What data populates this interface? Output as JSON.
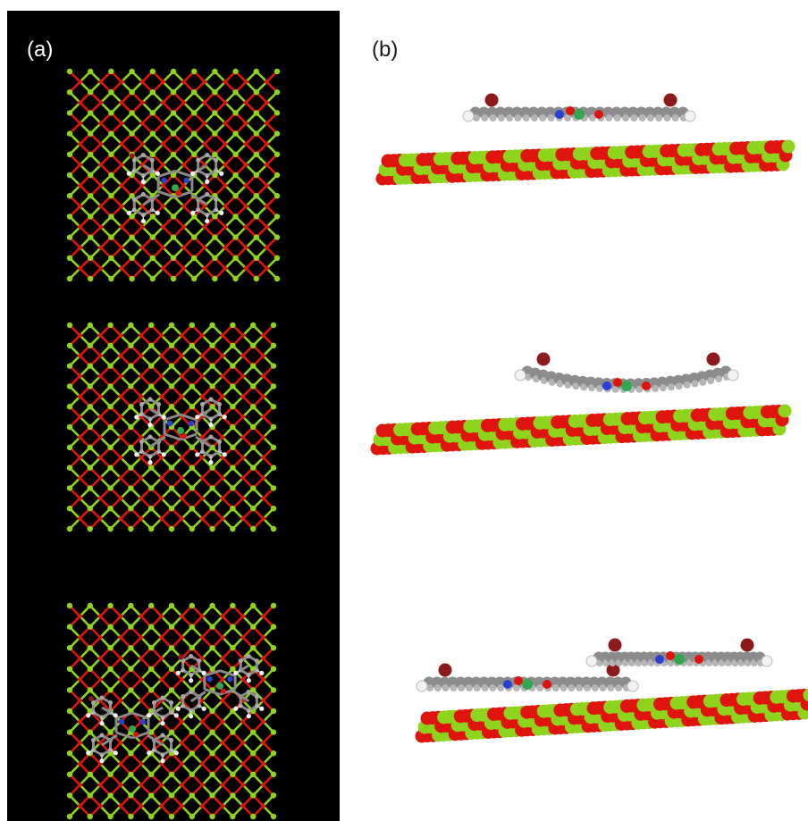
{
  "panels": {
    "a": {
      "label": "(a)",
      "view": "top-view"
    },
    "b": {
      "label": "(b)",
      "view": "side-view"
    }
  },
  "configurations": [
    "monomer-flat",
    "monomer-bent",
    "dimer"
  ],
  "colors": {
    "background_a": "#000000",
    "background_b": "#ffffff",
    "lattice_green": "#8ed41c",
    "lattice_red": "#e0140e",
    "atom_carbon": "#8a8a8a",
    "atom_hydrogen": "#f2f2f2",
    "atom_nitrogen": "#2a3fd6",
    "atom_metal": "#2fa84f",
    "atom_bromine": "#8c1a1a"
  }
}
